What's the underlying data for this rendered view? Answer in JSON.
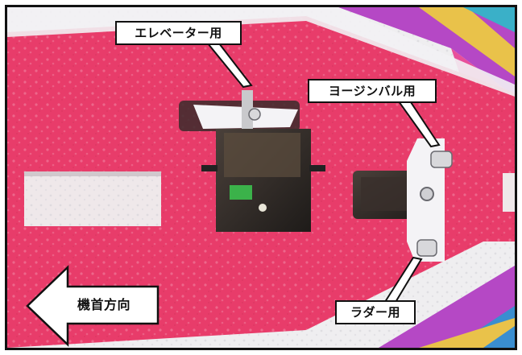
{
  "photo": {
    "subject": "servo-installation-photo",
    "colors": {
      "foam_pink": "#e83c6a",
      "foam_white": "#efeef0",
      "frame": "#111111",
      "servo_body": "#2f2a26",
      "servo_horn": "#f4f3f6",
      "purple_stripe": "#b548c5"
    }
  },
  "callouts": {
    "elevator": "エレベーター用",
    "yaw_gimbal": "ヨージンバル用",
    "rudder": "ラダー用",
    "nose_direction": "機首方向"
  }
}
